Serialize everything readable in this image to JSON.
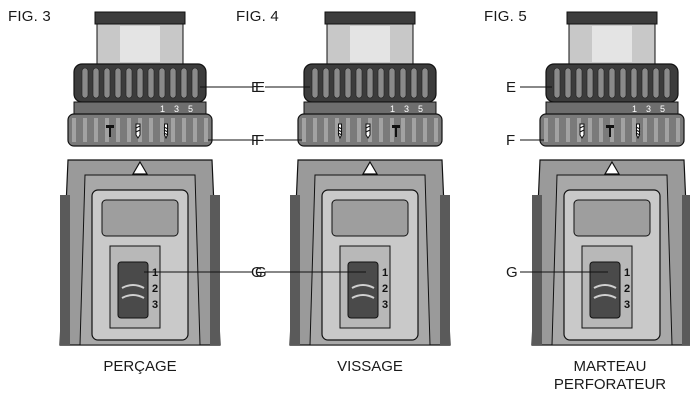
{
  "figures": [
    {
      "id": "fig3",
      "label": "FIG. 3",
      "mode_caption": [
        "PERÇAGE"
      ],
      "callouts": {
        "e": "E",
        "f": "F",
        "g": "G"
      },
      "mode_symbols": [
        "hammer-icon",
        "drill-bit-icon",
        "screw-icon"
      ],
      "selector_marks": [
        "1",
        "2",
        "3"
      ],
      "speed_marks": [
        "1",
        "3",
        "5"
      ]
    },
    {
      "id": "fig4",
      "label": "FIG. 4",
      "mode_caption": [
        "VISSAGE"
      ],
      "callouts": {
        "e": "E",
        "f": "F",
        "g": "G"
      },
      "mode_symbols": [
        "screw-icon",
        "drill-bit-icon",
        "hammer-icon"
      ],
      "selector_marks": [
        "1",
        "2",
        "3"
      ],
      "speed_marks": [
        "1",
        "3",
        "5"
      ]
    },
    {
      "id": "fig5",
      "label": "FIG. 5",
      "mode_caption": [
        "MARTEAU",
        "PERFORATEUR"
      ],
      "callouts": {
        "e": "E",
        "f": "F",
        "g": "G"
      },
      "mode_symbols": [
        "drill-bit-icon",
        "hammer-icon",
        "screw-icon"
      ],
      "selector_marks": [
        "1",
        "2",
        "3"
      ],
      "speed_marks": [
        "1",
        "3",
        "5"
      ]
    }
  ],
  "colors": {
    "collar_light": "#c8c8c8",
    "collar_dark": "#3c3c3c",
    "ring_mid": "#7a7a7a",
    "body": "#9a9a9a",
    "body_dark": "#5a5a5a",
    "window": "#c9c9c9",
    "switch": "#4a4a4a",
    "line": "#111111"
  }
}
